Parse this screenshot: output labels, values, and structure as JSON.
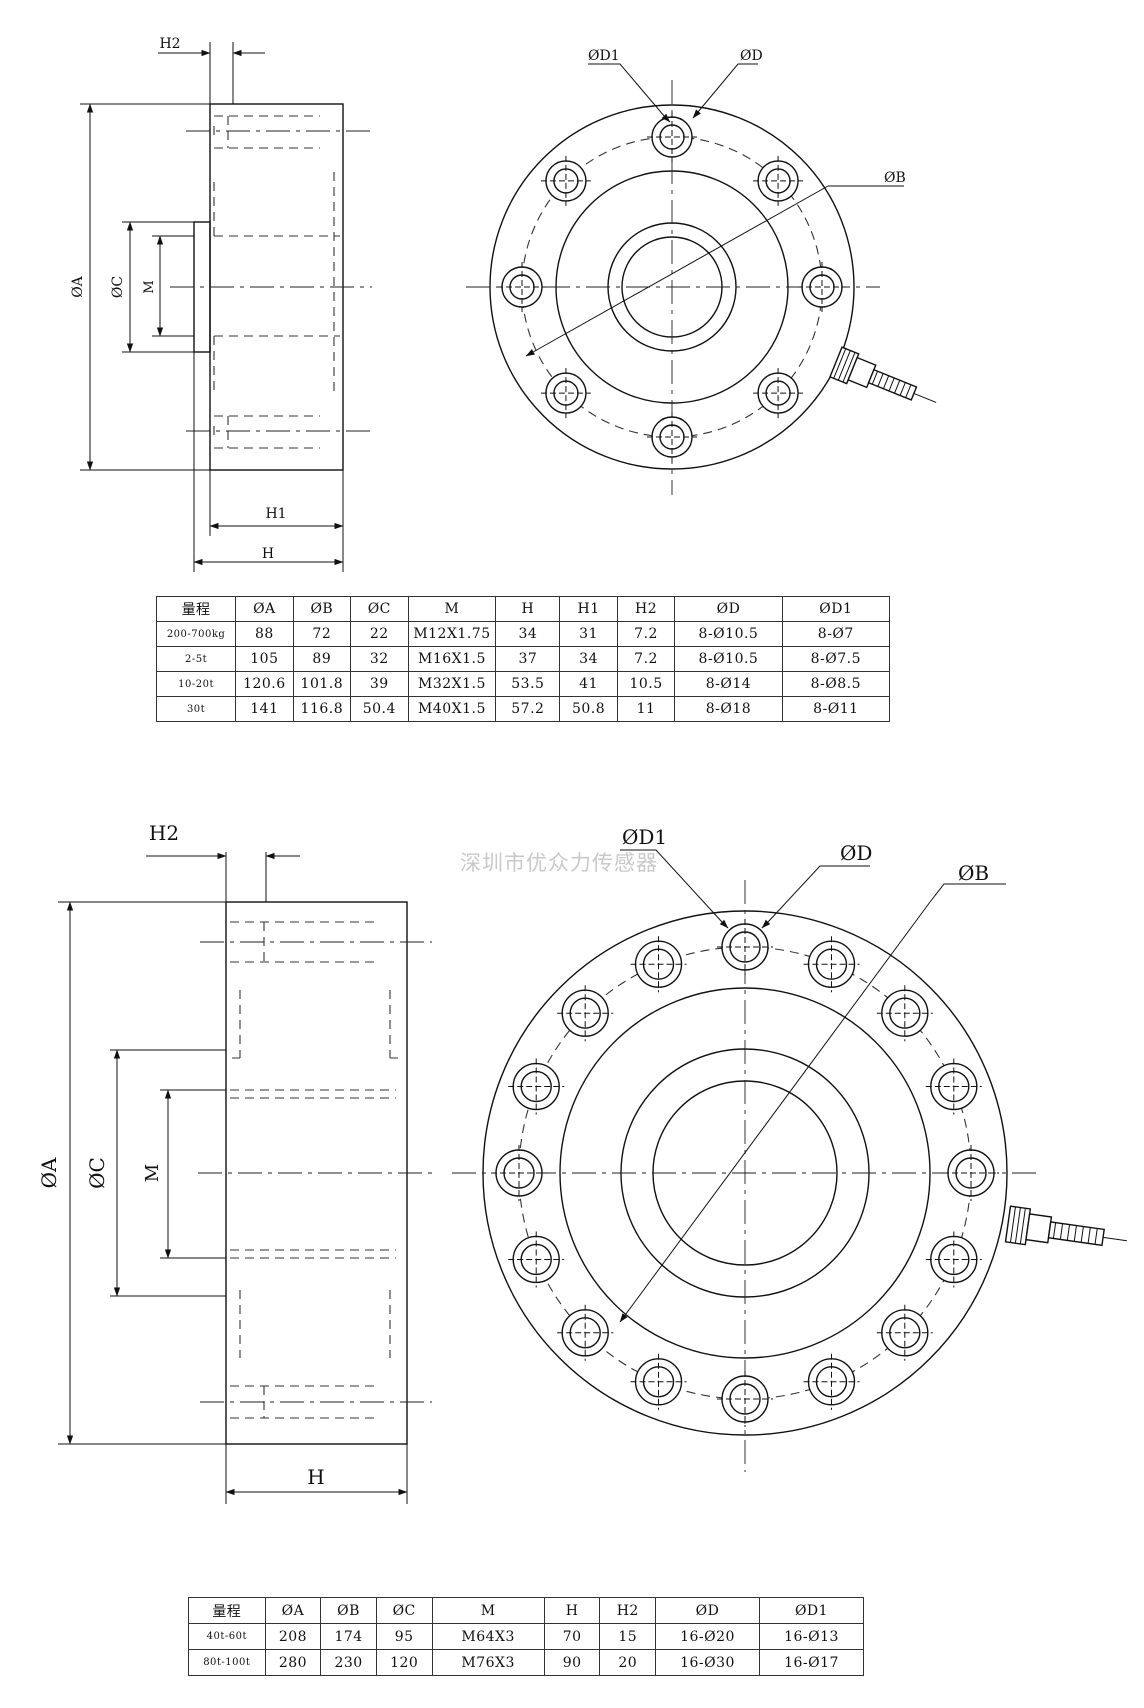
{
  "watermark": "深圳市优众力传感器",
  "drawing1": {
    "side_labels": {
      "phi_a": "ØA",
      "phi_c": "ØC",
      "m": "M",
      "h": "H",
      "h1": "H1",
      "h2": "H2"
    },
    "front_labels": {
      "phi_d": "ØD",
      "phi_d1": "ØD1",
      "phi_b": "ØB"
    },
    "table": {
      "header": [
        "量程",
        "ØA",
        "ØB",
        "ØC",
        "M",
        "H",
        "H1",
        "H2",
        "ØD",
        "ØD1"
      ],
      "rows": [
        [
          "200-700kg",
          "88",
          "72",
          "22",
          "M12X1.75",
          "34",
          "31",
          "7.2",
          "8-Ø10.5",
          "8-Ø7"
        ],
        [
          "2-5t",
          "105",
          "89",
          "32",
          "M16X1.5",
          "37",
          "34",
          "7.2",
          "8-Ø10.5",
          "8-Ø7.5"
        ],
        [
          "10-20t",
          "120.6",
          "101.8",
          "39",
          "M32X1.5",
          "53.5",
          "41",
          "10.5",
          "8-Ø14",
          "8-Ø8.5"
        ],
        [
          "30t",
          "141",
          "116.8",
          "50.4",
          "M40X1.5",
          "57.2",
          "50.8",
          "11",
          "8-Ø18",
          "8-Ø11"
        ]
      ]
    }
  },
  "drawing2": {
    "side_labels": {
      "phi_a": "ØA",
      "phi_c": "ØC",
      "m": "M",
      "h": "H",
      "h2": "H2"
    },
    "front_labels": {
      "phi_d": "ØD",
      "phi_d1": "ØD1",
      "phi_b": "ØB"
    },
    "table": {
      "header": [
        "量程",
        "ØA",
        "ØB",
        "ØC",
        "M",
        "H",
        "H2",
        "ØD",
        "ØD1"
      ],
      "rows": [
        [
          "40t-60t",
          "208",
          "174",
          "95",
          "M64X3",
          "70",
          "15",
          "16-Ø20",
          "16-Ø13"
        ],
        [
          "80t-100t",
          "280",
          "230",
          "120",
          "M76X3",
          "90",
          "20",
          "16-Ø30",
          "16-Ø17"
        ]
      ]
    }
  }
}
